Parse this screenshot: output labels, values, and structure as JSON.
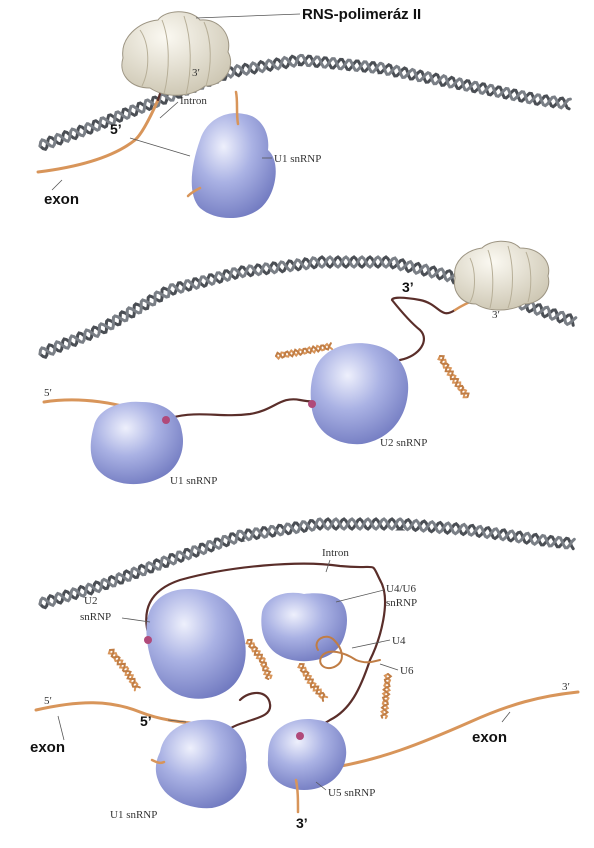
{
  "colors": {
    "dna_strand": "#4a4e54",
    "exon_rna": "#d8955a",
    "intron_rna": "#5a2e2a",
    "snrnp": "#8f98d8",
    "snrnp_light": "#e9ecfb",
    "polymerase": "#e6e1d2",
    "junction": "#b04a7a"
  },
  "icons": {
    "polymerase": "rna-polymerase-icon",
    "snrnp": "snrnp-blob-icon",
    "small_rna": "twisted-snrna-icon"
  },
  "panel1": {
    "polymerase_label": "RNS-polimeráz II",
    "three_prime": "3′",
    "intron_label": "Intron",
    "five_prime": "5’",
    "u1_label": "U1 snRNP",
    "exon_label": "exon"
  },
  "panel2": {
    "three_prime_big": "3’",
    "three_prime_small": "3′",
    "five_prime": "5′",
    "u2_label": "U2 snRNP",
    "u1_label": "U1 snRNP"
  },
  "panel3": {
    "intron_label": "Intron",
    "u2_label_line1": "U2",
    "u2_label_line2": "snRNP",
    "u4u6_label_line1": "U4/U6",
    "u4u6_label_line2": "snRNP",
    "u4_label": "U4",
    "u6_label": "U6",
    "five_prime_small": "5′",
    "three_prime_small": "3′",
    "five_prime_big": "5’",
    "exon_left": "exon",
    "exon_right": "exon",
    "u1_label": "U1 snRNP",
    "u5_label": "U5 snRNP",
    "three_prime_big": "3’"
  }
}
